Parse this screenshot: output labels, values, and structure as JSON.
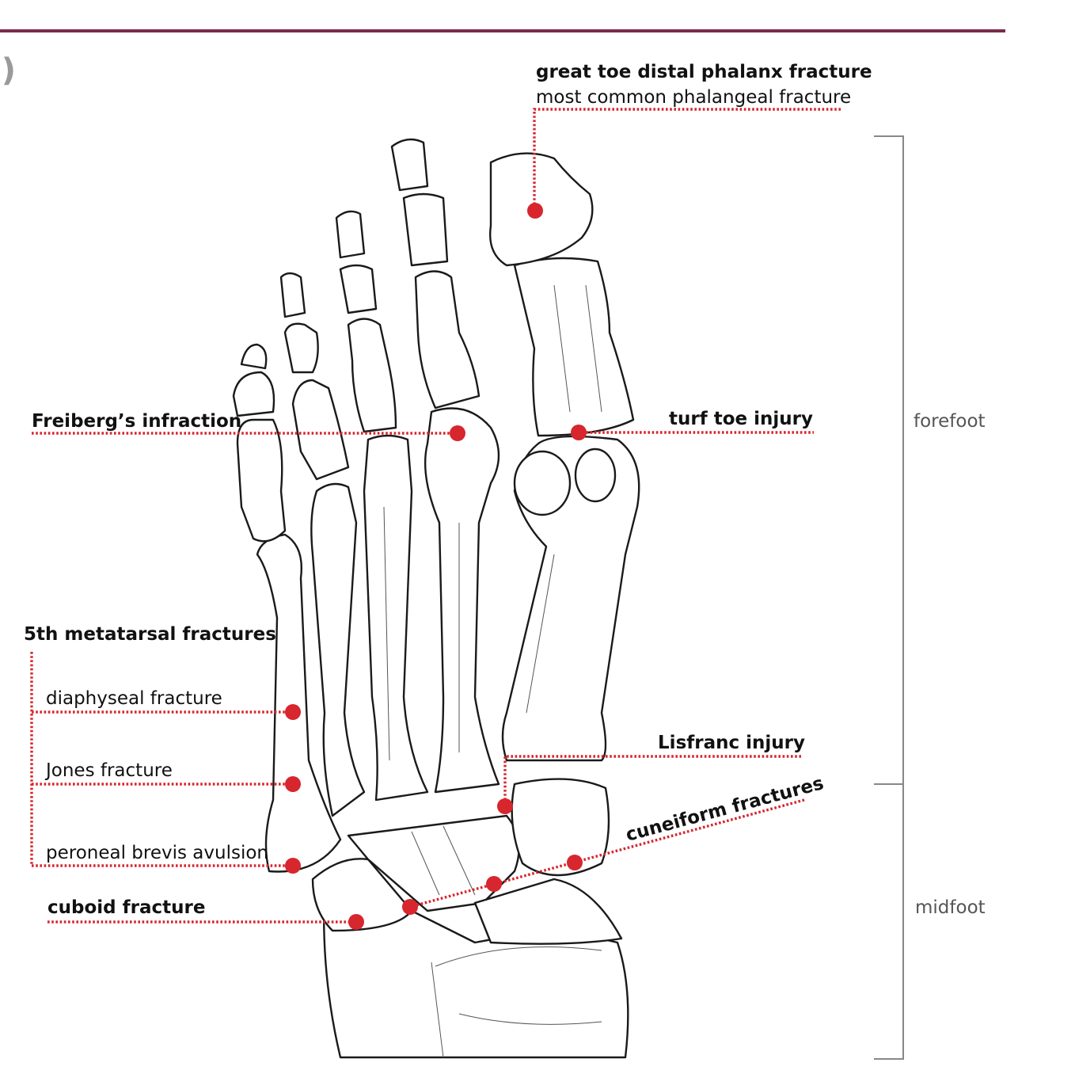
{
  "colors": {
    "top_rule": "#7a2a4a",
    "marker": "#d7262e",
    "leader": "#d7262e",
    "bracket": "#888888",
    "region_label": "#555555",
    "panel_letter": "#9a9a9a"
  },
  "panel_letter": "l)",
  "annotations": {
    "great_toe": {
      "title": "great toe distal phalanx fracture",
      "subtitle": "most common phalangeal fracture"
    },
    "freiberg": "Freiberg’s infraction",
    "turf_toe": "turf toe injury",
    "fifth_metatarsal": {
      "title": "5th metatarsal fractures",
      "items": [
        "diaphyseal fracture",
        "Jones fracture",
        "peroneal brevis avulsion"
      ]
    },
    "lisfranc": "Lisfranc injury",
    "cuneiform": "cuneiform fractures",
    "cuboid": "cuboid fracture"
  },
  "regions": {
    "forefoot": "forefoot",
    "midfoot": "midfoot"
  }
}
